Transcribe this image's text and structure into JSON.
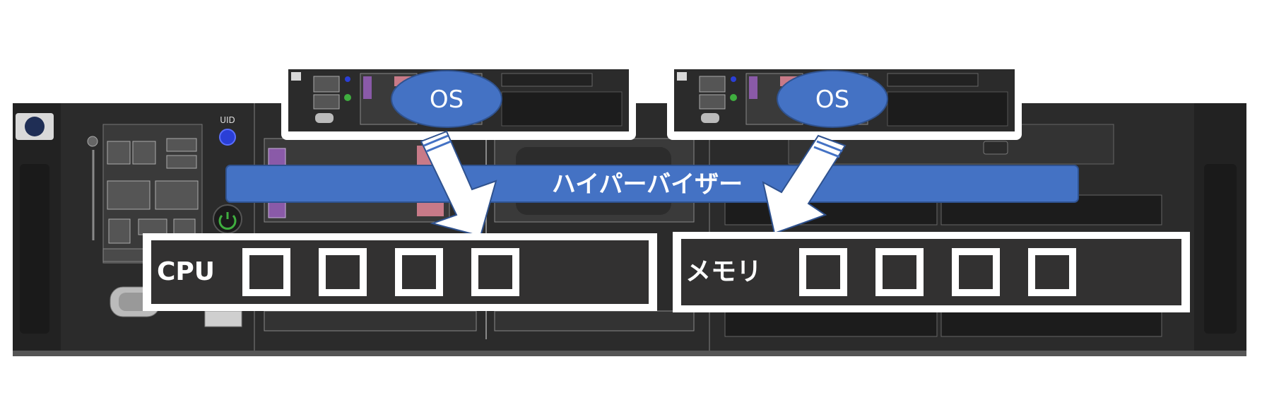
{
  "diagram": {
    "os_labels": [
      "OS",
      "OS"
    ],
    "hypervisor_label": "ハイパーバイザー",
    "resources": [
      {
        "label": "CPU",
        "slots": 4
      },
      {
        "label": "メモリ",
        "slots": 4
      }
    ],
    "server_led_label": "UID",
    "colors": {
      "rack_body": "#2b2b2b",
      "rack_dark": "#1c1c1c",
      "resource_fill": "#323131",
      "blue": "#4472c4",
      "blue_stroke": "#2f528f",
      "white": "#ffffff",
      "drive_pink": "#c87a88",
      "drive_purple": "#8a5aa8",
      "led_blue": "#2a3fd6",
      "power_green": "#3fae3f"
    }
  }
}
